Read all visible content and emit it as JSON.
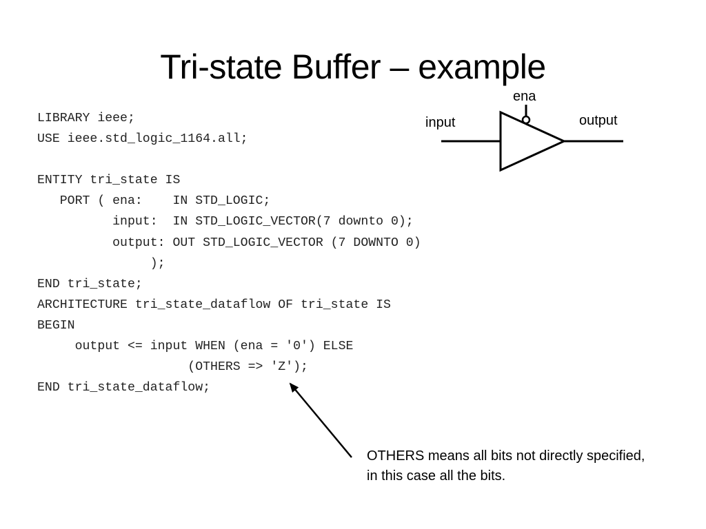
{
  "slide": {
    "title": "Tri-state Buffer – example"
  },
  "code": {
    "lines": [
      "LIBRARY ieee;",
      "USE ieee.std_logic_1164.all;",
      "",
      "ENTITY tri_state IS",
      "   PORT ( ena:    IN STD_LOGIC;",
      "          input:  IN STD_LOGIC_VECTOR(7 downto 0);",
      "          output: OUT STD_LOGIC_VECTOR (7 DOWNTO 0)",
      "               );",
      "END tri_state;",
      "ARCHITECTURE tri_state_dataflow OF tri_state IS",
      "BEGIN",
      "     output <= input WHEN (ena = '0') ELSE",
      "                    (OTHERS => 'Z');",
      "END tri_state_dataflow;"
    ]
  },
  "diagram": {
    "ena_label": "ena",
    "input_label": "input",
    "output_label": "output"
  },
  "annotation": {
    "line1": "OTHERS means all bits not directly specified,",
    "line2": "in this case all the bits."
  }
}
